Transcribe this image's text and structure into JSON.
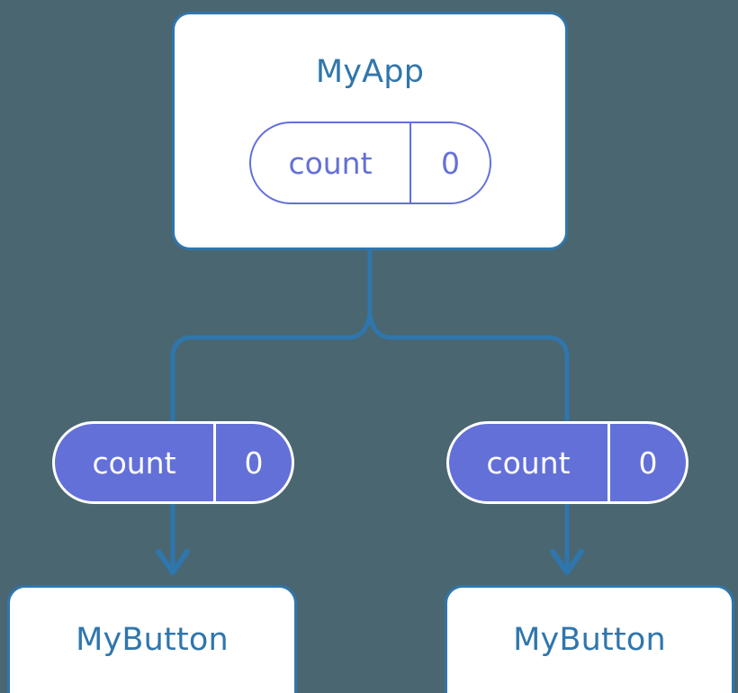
{
  "diagram": {
    "title_text": "MyApp",
    "background_color": "#4a6670",
    "accent_color": "#2f76ad",
    "state_color": "#6370d8",
    "surface_color": "#ffffff"
  },
  "root": {
    "component_label": "MyApp",
    "state": {
      "key": "count",
      "value": "0"
    }
  },
  "children": [
    {
      "component_label": "MyButton",
      "state": {
        "key": "count",
        "value": "0"
      }
    },
    {
      "component_label": "MyButton",
      "state": {
        "key": "count",
        "value": "0"
      }
    }
  ],
  "connectors": {
    "trunk_label": "state-flow-down",
    "arrow_label": "prop-arrow"
  }
}
